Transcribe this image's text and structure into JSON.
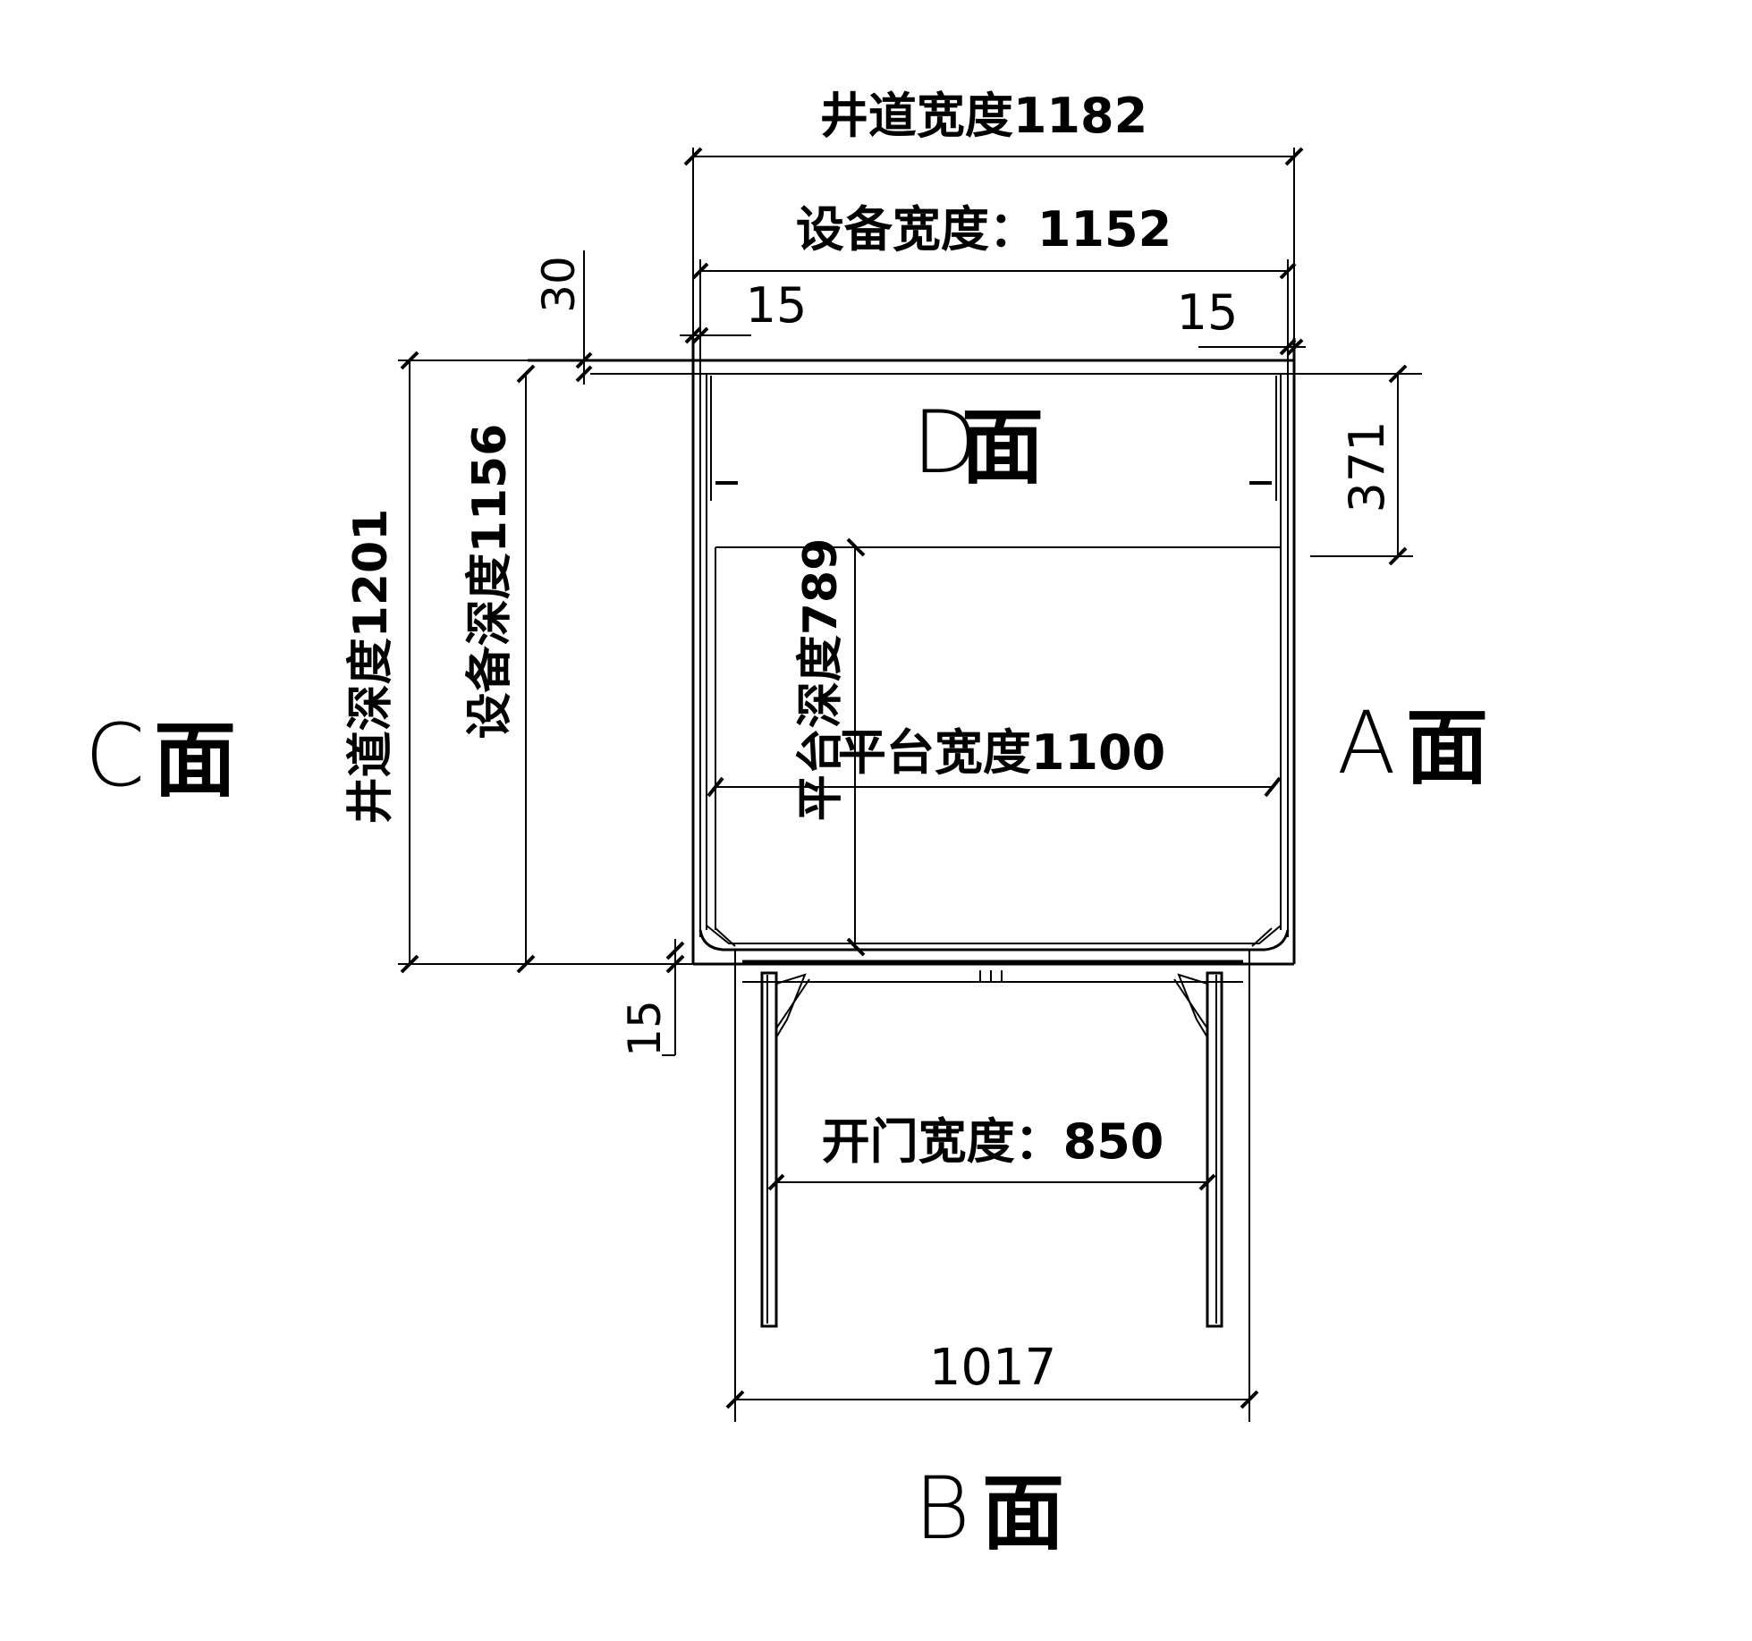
{
  "dimensions": {
    "shaft_width": "井道宽度1182",
    "equipment_width": "设备宽度：1152",
    "gap_left": "15",
    "gap_right": "15",
    "gap_top": "30",
    "shaft_depth": "井道深度1201",
    "equipment_depth": "设备深度1156",
    "platform_depth": "平台深度789",
    "platform_width": "平台宽度1100",
    "dim_371": "371",
    "gap_bottom": "15",
    "door_width": "开门宽度：850",
    "frame_width": "1017"
  },
  "faces": {
    "d": {
      "letter": "D",
      "char": "面"
    },
    "c": {
      "letter": "C",
      "char": "面"
    },
    "a": {
      "letter": "A",
      "char": "面"
    },
    "b": {
      "letter": "B",
      "char": "面"
    }
  }
}
